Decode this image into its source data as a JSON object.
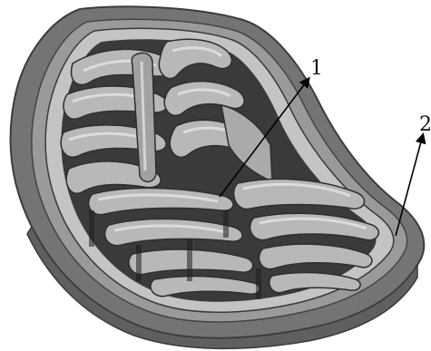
{
  "diagram": {
    "subject": "mitochondrion-cutaway",
    "callouts": [
      {
        "id": "1",
        "label": "1"
      },
      {
        "id": "2",
        "label": "2"
      }
    ],
    "colors": {
      "outer_membrane": "#747474",
      "outer_rim_highlight": "#9a9a9a",
      "intermembrane_edge": "#c4c4c4",
      "matrix_dark": "#3a3a3a",
      "matrix_mid": "#5c5c5c",
      "cristae_fill": "#b8b8b8",
      "cristae_highlight": "#dcdcdc",
      "cristae_shadow": "#8a8a8a",
      "arrow": "#000000"
    }
  }
}
